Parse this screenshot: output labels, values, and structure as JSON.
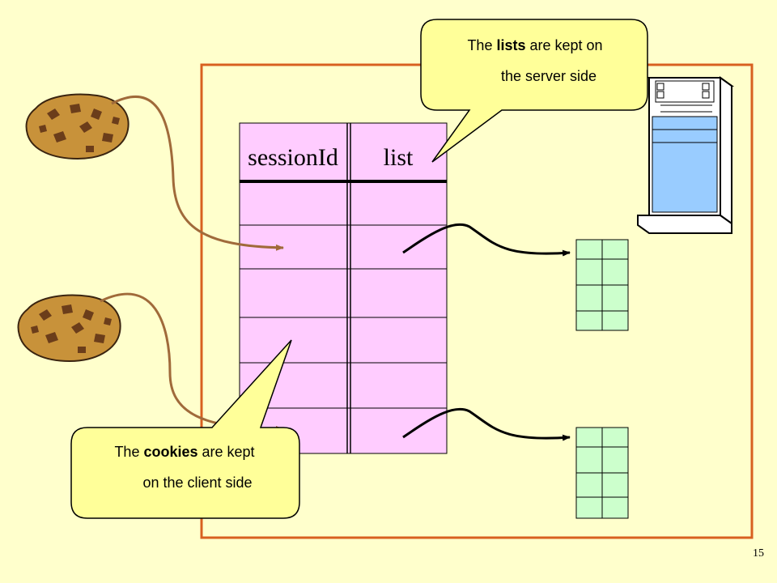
{
  "session_table": {
    "headers": [
      "sessionId",
      "list"
    ],
    "row_count": 6
  },
  "callouts": {
    "server": {
      "line1_prefix": "The ",
      "line1_bold": "lists",
      "line1_suffix": " are kept on",
      "line2": "the server side"
    },
    "client": {
      "line1_prefix": "The ",
      "line1_bold": "cookies",
      "line1_suffix": " are kept",
      "line2": "on the client side"
    }
  },
  "cart_lists": [
    {
      "rows": 4,
      "cols": 2
    },
    {
      "rows": 4,
      "cols": 2
    }
  ],
  "page_number": "15",
  "colors": {
    "background": "#ffffcc",
    "server_boundary": "#d86020",
    "table_fill": "#ffccff",
    "list_fill": "#ccffcc",
    "callout_fill": "#ffff99",
    "cookie": "#c8923a",
    "cookie_chips": "#6b3d1a",
    "cookie_string": "#a06a3a",
    "tower_fill": "#99ccff"
  }
}
